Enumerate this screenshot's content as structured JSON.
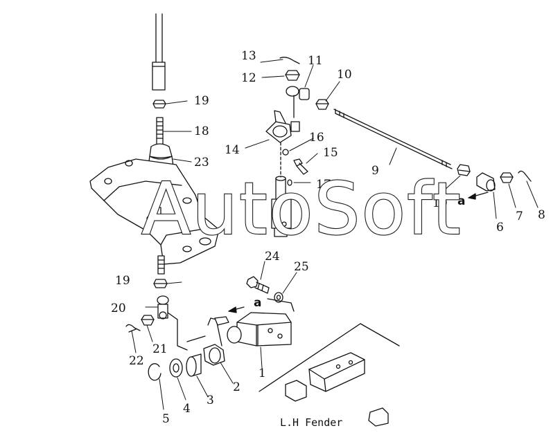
{
  "diagram": {
    "watermark": "AutoSoft",
    "caption": "L.H Fender",
    "parts": [
      {
        "id": "p1",
        "label": "1"
      },
      {
        "id": "p2",
        "label": "2"
      },
      {
        "id": "p3",
        "label": "3"
      },
      {
        "id": "p4",
        "label": "4"
      },
      {
        "id": "p5",
        "label": "5"
      },
      {
        "id": "p6",
        "label": "6"
      },
      {
        "id": "p7",
        "label": "7"
      },
      {
        "id": "p8",
        "label": "8"
      },
      {
        "id": "p9",
        "label": "9"
      },
      {
        "id": "p10a",
        "label": "10"
      },
      {
        "id": "p10b",
        "label": "10"
      },
      {
        "id": "p11",
        "label": "11"
      },
      {
        "id": "p12",
        "label": "12"
      },
      {
        "id": "p13",
        "label": "13"
      },
      {
        "id": "p14",
        "label": "14"
      },
      {
        "id": "p15",
        "label": "15"
      },
      {
        "id": "p16",
        "label": "16"
      },
      {
        "id": "p17",
        "label": "17"
      },
      {
        "id": "p18",
        "label": "18"
      },
      {
        "id": "p19a",
        "label": "19"
      },
      {
        "id": "p19b",
        "label": "19"
      },
      {
        "id": "p20",
        "label": "20"
      },
      {
        "id": "p21",
        "label": "21"
      },
      {
        "id": "p22",
        "label": "22"
      },
      {
        "id": "p23",
        "label": "23"
      },
      {
        "id": "p24",
        "label": "24"
      },
      {
        "id": "p25",
        "label": "25"
      }
    ],
    "connection_marks": [
      {
        "id": "ref-a-upper",
        "label": "a"
      },
      {
        "id": "ref-a-lower",
        "label": "a"
      }
    ]
  }
}
